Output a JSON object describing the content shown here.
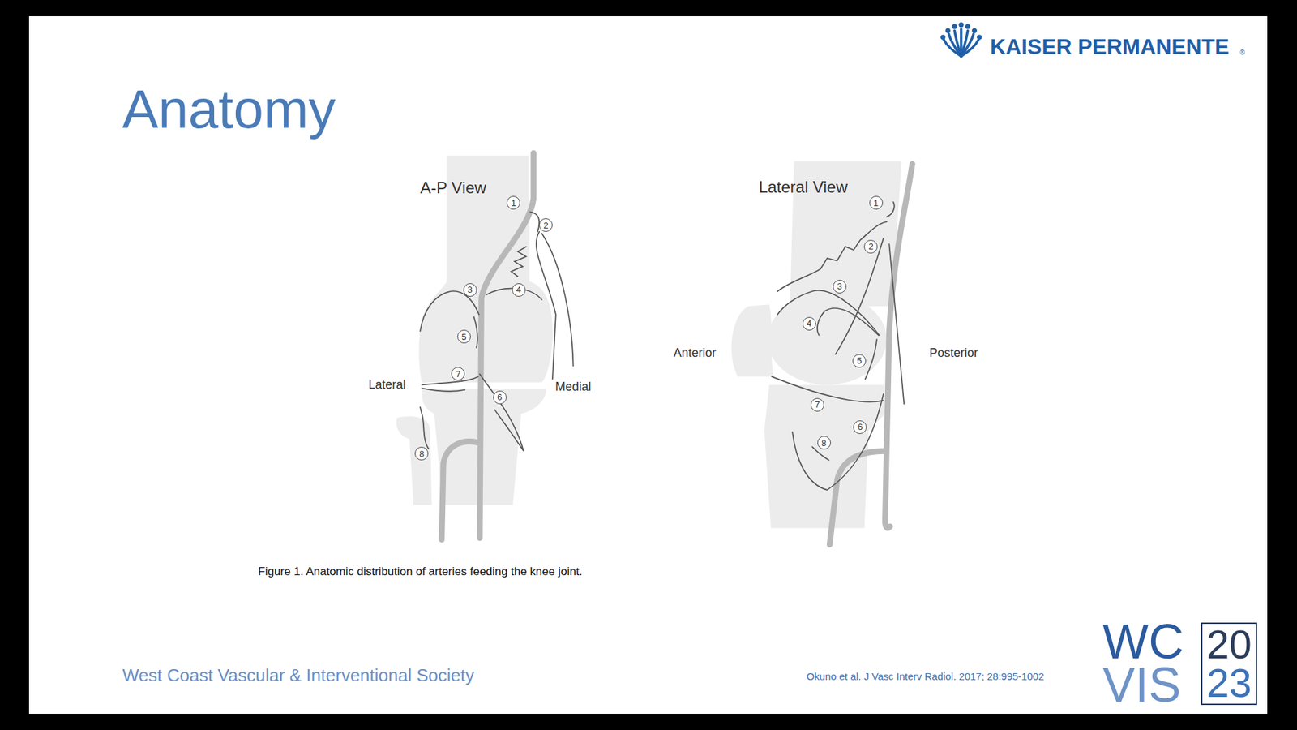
{
  "diagram": {
    "title": "Anatomy",
    "caption": "Figure 1. Anatomic distribution of arteries feeding the knee joint.",
    "nodes": [
      {
        "text": [
          "1"
        ]
      },
      {
        "text": [
          "2"
        ]
      },
      {
        "text": [
          "3"
        ]
      },
      {
        "text": [
          "4"
        ]
      },
      {
        "text": [
          "5"
        ]
      },
      {
        "text": [
          "6"
        ]
      },
      {
        "text": [
          "7"
        ]
      },
      {
        "text": [
          "8"
        ]
      },
      {
        "text": [
          "1"
        ]
      },
      {
        "text": [
          "2"
        ]
      },
      {
        "text": [
          "3"
        ]
      },
      {
        "text": [
          "4"
        ]
      },
      {
        "text": [
          "5"
        ]
      },
      {
        "text": [
          "6"
        ]
      },
      {
        "text": [
          "7"
        ]
      },
      {
        "text": [
          "8"
        ]
      },
      {
        "text": [
          "20",
          "23"
        ]
      }
    ],
    "labels": [
      "KAISER PERMANENTE",
      "®",
      "A-P View",
      "Lateral View",
      "Lateral",
      "Medial",
      "Anterior",
      "Posterior",
      "West Coast Vascular & Interventional Society",
      "Okuno et al. J Vasc Interv Radiol. 2017; 28:995-1002",
      "WC",
      "VIS"
    ]
  }
}
